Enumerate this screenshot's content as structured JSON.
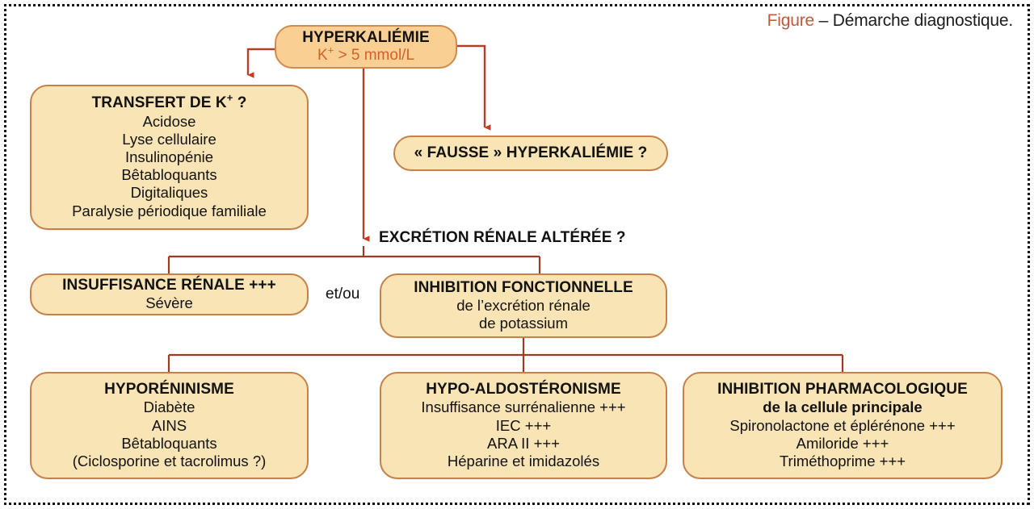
{
  "figure": {
    "caption_label": "Figure",
    "caption_dash": " – ",
    "caption_text": "Démarche diagnostique."
  },
  "colors": {
    "accent_red": "#c2593c",
    "connector": "#b0402a",
    "box_fill": "#f8e4b4",
    "box_fill_accent": "#f9cf94",
    "box_border": "#c5814a",
    "formula_orange": "#d2622c",
    "text": "#121212"
  },
  "nodes": {
    "hyperkaliemie": {
      "title": "HYPERKALIÉMIE",
      "formula_prefix": "K",
      "formula_sup": "+",
      "formula_rest": " > 5 mmol/L"
    },
    "transfert": {
      "title_prefix": "TRANSFERT DE K",
      "title_sup": "+",
      "title_suffix": " ?",
      "items": [
        "Acidose",
        "Lyse cellulaire",
        "Insulinopénie",
        "Bêtabloquants",
        "Digitaliques",
        "Paralysie périodique familiale"
      ]
    },
    "fausse_hyperkaliemie": {
      "title": "« FAUSSE » HYPERKALIÉMIE ?"
    },
    "insuffisance_renale": {
      "title": "INSUFFISANCE RÉNALE +++",
      "items": [
        "Sévère"
      ]
    },
    "inhibition_fonctionnelle": {
      "title": "INHIBITION FONCTIONNELLE",
      "items": [
        "de l’excrétion rénale",
        "de potassium"
      ]
    },
    "hyporeninisme": {
      "title": "HYPORÉNINISME",
      "items": [
        "Diabète",
        "AINS",
        "Bêtabloquants",
        "(Ciclosporine et tacrolimus ?)"
      ]
    },
    "hypo_aldosteronisme": {
      "title": "HYPO-ALDOSTÉRONISME",
      "items": [
        "Insuffisance surrénalienne +++",
        "IEC +++",
        "ARA II +++",
        "Héparine et imidazolés"
      ]
    },
    "inhibition_pharmacologique": {
      "title": "INHIBITION PHARMACOLOGIQUE",
      "title_line2": "de la cellule principale",
      "items": [
        "Spironolactone et éplérénone +++",
        "Amiloride +++",
        "Triméthoprime +++"
      ]
    }
  },
  "labels": {
    "excretion": "EXCRÉTION RÉNALE ALTÉRÉE ?",
    "et_ou": "et/ou"
  }
}
